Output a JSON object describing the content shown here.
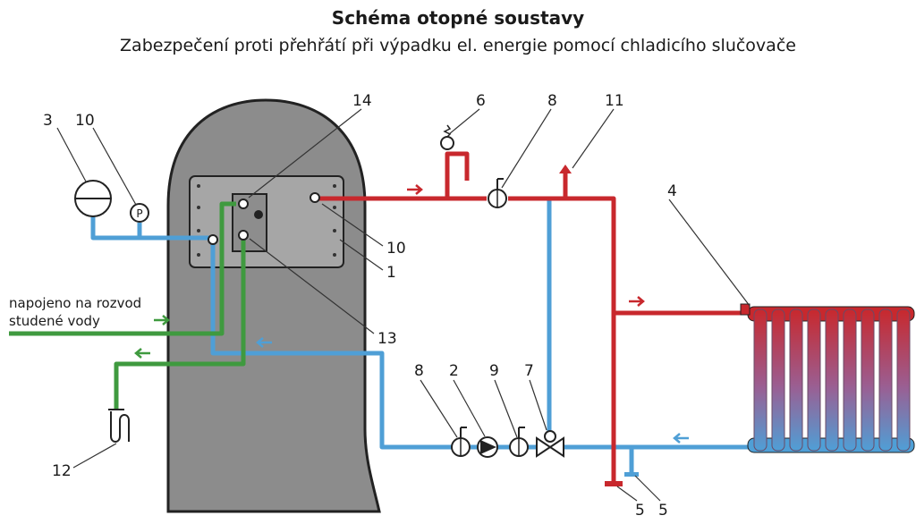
{
  "title": "Schéma otopné soustavy",
  "subtitle": "Zabezpečení proti přehřátí při výpadku el. energie pomocí chladicího slučovače",
  "note": {
    "line1": "napojeno na rozvod",
    "line2": "studené vody"
  },
  "labels": {
    "n1": "1",
    "n2": "2",
    "n3": "3",
    "n4": "4",
    "n5a": "5",
    "n5b": "5",
    "n6": "6",
    "n7": "7",
    "n8a": "8",
    "n8b": "8",
    "n9": "9",
    "n10a": "10",
    "n10b": "10",
    "n11": "11",
    "n12": "12",
    "n13": "13",
    "n14": "14",
    "gauge": "P"
  },
  "colors": {
    "hot": "#c8282d",
    "cold": "#4f9fd6",
    "green": "#3f9a3f",
    "boiler": "#8c8c8c",
    "panel": "#a6a6a6",
    "outline": "#222222"
  }
}
